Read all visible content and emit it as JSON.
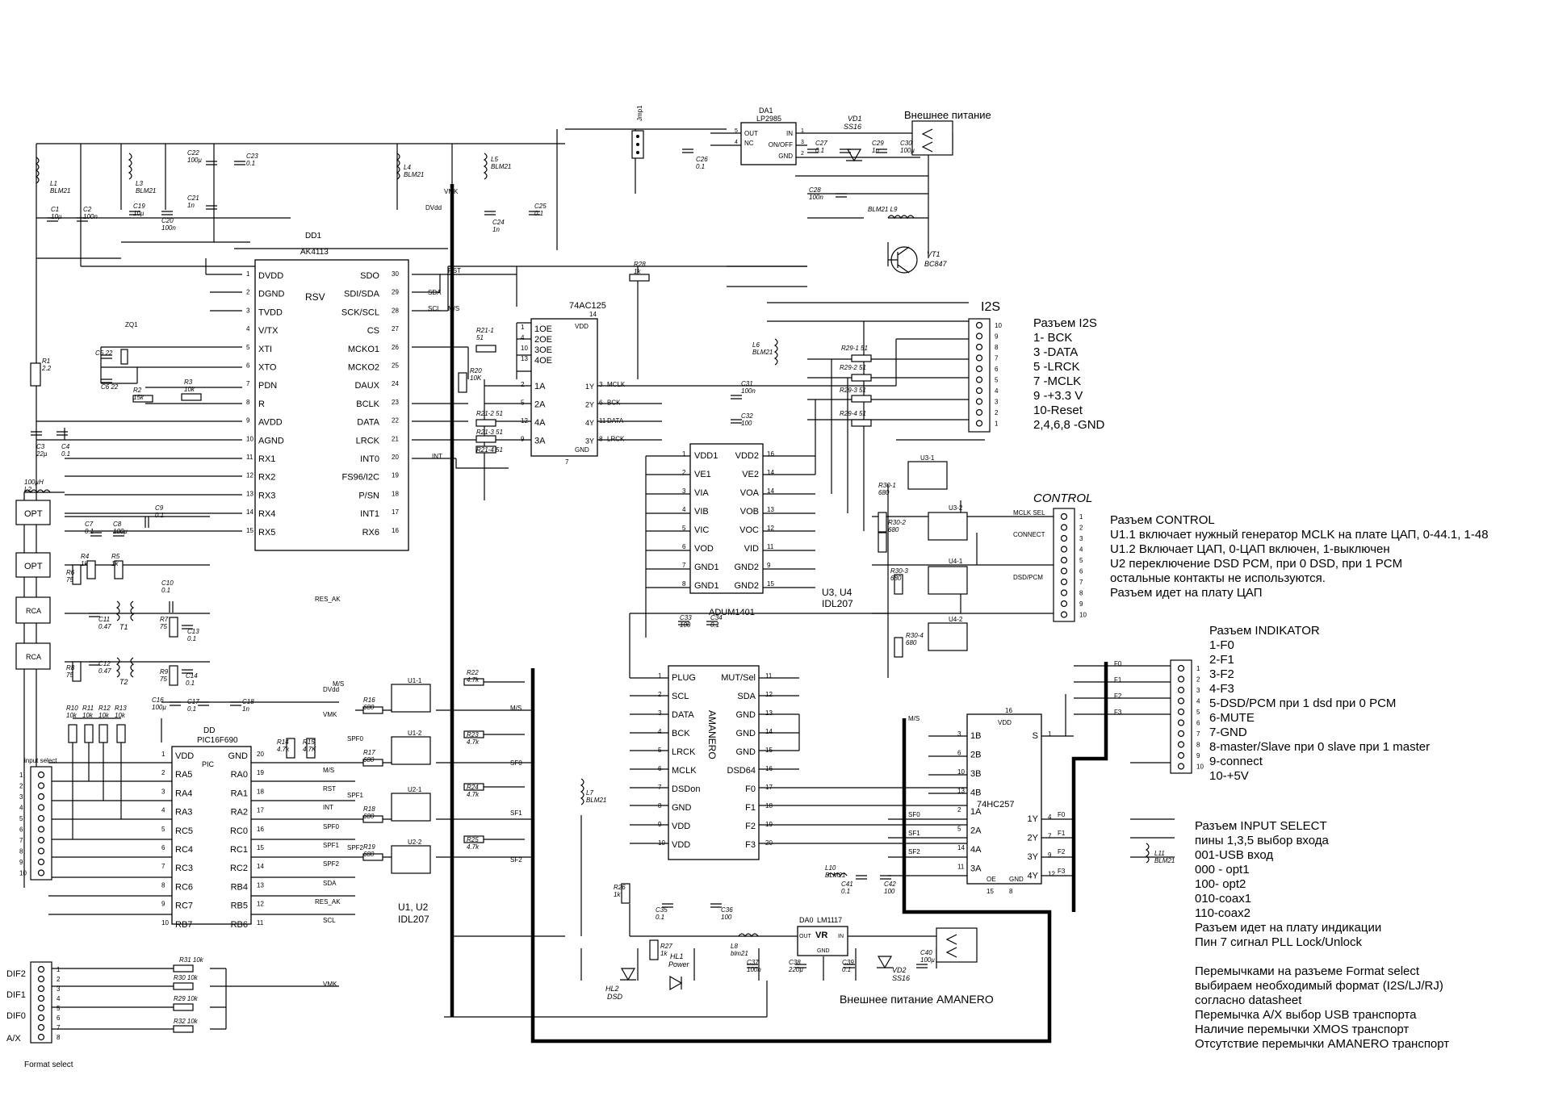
{
  "ak4113": {
    "ref": "DD1",
    "name": "AK4113",
    "center": "RSV",
    "left_pins": [
      [
        "1",
        "DVDD"
      ],
      [
        "2",
        "DGND"
      ],
      [
        "3",
        "TVDD"
      ],
      [
        "4",
        "V/TX"
      ],
      [
        "5",
        "XTI"
      ],
      [
        "6",
        "XTO"
      ],
      [
        "7",
        "PDN"
      ],
      [
        "8",
        "R"
      ],
      [
        "9",
        "AVDD"
      ],
      [
        "10",
        "AGND"
      ],
      [
        "11",
        "RX1"
      ],
      [
        "12",
        "RX2"
      ],
      [
        "13",
        "RX3"
      ],
      [
        "14",
        "RX4"
      ],
      [
        "15",
        "RX5"
      ]
    ],
    "right_pins": [
      [
        "30",
        "SDO"
      ],
      [
        "29",
        "SDI/SDA"
      ],
      [
        "28",
        "SCK/SCL"
      ],
      [
        "27",
        "CS"
      ],
      [
        "26",
        "MCKO1"
      ],
      [
        "25",
        "MCKO2"
      ],
      [
        "24",
        "DAUX"
      ],
      [
        "23",
        "BCLK"
      ],
      [
        "22",
        "DATA"
      ],
      [
        "21",
        "LRCK"
      ],
      [
        "20",
        "INT0"
      ],
      [
        "19",
        "FS96/I2C"
      ],
      [
        "18",
        "P/SN"
      ],
      [
        "17",
        "INT1"
      ],
      [
        "16",
        "RX6"
      ]
    ]
  },
  "ic74ac125": {
    "name": "74AC125",
    "vdd": "VDD",
    "gnd": "GND",
    "vdd_pin": "14",
    "gnd_pin": "7",
    "left": [
      [
        "1",
        "1OE"
      ],
      [
        "4",
        "2OE"
      ],
      [
        "10",
        "3OE"
      ],
      [
        "13",
        "4OE"
      ],
      [
        "2",
        "1A"
      ],
      [
        "5",
        "2A"
      ],
      [
        "12",
        "4A"
      ],
      [
        "9",
        "3A"
      ]
    ],
    "right": [
      [
        "3",
        "1Y",
        "MCLK"
      ],
      [
        "6",
        "2Y",
        "BCK"
      ],
      [
        "11",
        "4Y",
        "DATA"
      ],
      [
        "8",
        "3Y",
        "LRCK"
      ]
    ]
  },
  "adum": {
    "name": "ADUM1401",
    "left": [
      [
        "1",
        "VDD1"
      ],
      [
        "2",
        "VE1"
      ],
      [
        "3",
        "VIA"
      ],
      [
        "4",
        "VIB"
      ],
      [
        "5",
        "VIC"
      ],
      [
        "6",
        "VOD"
      ],
      [
        "7",
        "GND1"
      ],
      [
        "8",
        "GND1"
      ]
    ],
    "right": [
      [
        "16",
        "VDD2"
      ],
      [
        "14",
        "VE2"
      ],
      [
        "14",
        "VOA"
      ],
      [
        "13",
        "VOB"
      ],
      [
        "12",
        "VOC"
      ],
      [
        "11",
        "VID"
      ],
      [
        "9",
        "GND2"
      ],
      [
        "15",
        "GND2"
      ]
    ]
  },
  "amanero": {
    "name": "AMANERO",
    "left": [
      [
        "1",
        "PLUG"
      ],
      [
        "2",
        "SCL"
      ],
      [
        "3",
        "DATA"
      ],
      [
        "4",
        "BCK"
      ],
      [
        "5",
        "LRCK"
      ],
      [
        "6",
        "MCLK"
      ],
      [
        "7",
        "DSDon"
      ],
      [
        "8",
        "GND"
      ],
      [
        "9",
        "VDD"
      ],
      [
        "10",
        "VDD"
      ]
    ],
    "right": [
      [
        "11",
        "MUT/Sel"
      ],
      [
        "12",
        "SDA"
      ],
      [
        "13",
        "GND"
      ],
      [
        "14",
        "GND"
      ],
      [
        "15",
        "GND"
      ],
      [
        "16",
        "DSD64"
      ],
      [
        "17",
        "F0"
      ],
      [
        "18",
        "F1"
      ],
      [
        "19",
        "F2"
      ],
      [
        "20",
        "F3"
      ]
    ]
  },
  "pic": {
    "ref": "DD",
    "name": "PIC16F690",
    "center": "PIC",
    "left": [
      [
        "1",
        "VDD"
      ],
      [
        "2",
        "RA5"
      ],
      [
        "3",
        "RA4"
      ],
      [
        "4",
        "RA3"
      ],
      [
        "5",
        "RC5"
      ],
      [
        "6",
        "RC4"
      ],
      [
        "7",
        "RC3"
      ],
      [
        "8",
        "RC6"
      ],
      [
        "9",
        "RC7"
      ],
      [
        "10",
        "RB7"
      ]
    ],
    "right": [
      [
        "20",
        "GND"
      ],
      [
        "19",
        "RA0"
      ],
      [
        "18",
        "RA1"
      ],
      [
        "17",
        "RA2"
      ],
      [
        "16",
        "RC0"
      ],
      [
        "15",
        "RC1"
      ],
      [
        "14",
        "RC2"
      ],
      [
        "13",
        "RB4"
      ],
      [
        "12",
        "RB5"
      ],
      [
        "11",
        "RB6"
      ]
    ]
  },
  "hc257": {
    "name": "74HC257",
    "vdd": "VDD",
    "vdd_pin": "16",
    "left": [
      [
        "3",
        "1B"
      ],
      [
        "6",
        "2B"
      ],
      [
        "10",
        "3B"
      ],
      [
        "13",
        "4B"
      ],
      [
        "2",
        "1A"
      ],
      [
        "5",
        "2A"
      ],
      [
        "14",
        "4A"
      ],
      [
        "11",
        "3A"
      ]
    ],
    "right": [
      [
        "1",
        "S"
      ],
      [
        "4",
        "1Y"
      ],
      [
        "7",
        "2Y"
      ],
      [
        "9",
        "3Y"
      ],
      [
        "12",
        "4Y"
      ]
    ],
    "bottom": [
      [
        "15",
        "OE"
      ],
      [
        "8",
        "GND"
      ]
    ]
  },
  "lp2985": {
    "ref": "DA1",
    "name": "LP2985",
    "pins": [
      [
        "5",
        "OUT"
      ],
      [
        "4",
        "NC"
      ],
      [
        "1",
        "IN"
      ],
      [
        "3",
        "ON/OFF"
      ],
      [
        "2",
        "GND"
      ]
    ]
  },
  "lm1117": {
    "ref": "DA0",
    "name": "LM1117",
    "center": "VR",
    "pins": [
      "OUT",
      "IN",
      "GND"
    ]
  },
  "labels": {
    "jmp1": "Jmp1",
    "vt1": "VT1",
    "bc847": "BC847",
    "vd1": "VD1",
    "ss16": "SS16",
    "vd2": "VD2",
    "ss16b": "SS16",
    "ext_power": "Внешнее питание",
    "ext_power_amanero": "Внешнее питание AMANERO",
    "i2s": "I2S",
    "control": "CONTROL",
    "u34": "U3, U4",
    "idl207a": "IDL207",
    "u12": "U1, U2",
    "idl207b": "IDL207",
    "input_select": "input select",
    "format_select": "Format select",
    "u31": "U3-1",
    "u32": "U3-2",
    "u41": "U4-1",
    "u42": "U4-2",
    "u11": "U1-1",
    "u12b": "U1-2",
    "u21": "U2-1",
    "u22": "U2-2",
    "opt": "OPT",
    "rca": "RCA",
    "t1": "T1",
    "t2": "T2",
    "zq1": "ZQ1",
    "hl1": "HL1",
    "power": "Power",
    "hl2": "HL2",
    "dsd": "DSD",
    "mclk_sel": "MCLK SEL",
    "connect": "CONNECT",
    "dsd_pcm": "DSD/PCM",
    "dif2": "DIF2",
    "dif1": "DIF1",
    "dif0": "DIF0",
    "ax": "A/X"
  },
  "parts": {
    "l1": [
      "L1",
      "BLM21"
    ],
    "l3": [
      "L3",
      "BLM21"
    ],
    "l4": [
      "L4",
      "BLM21"
    ],
    "l5": [
      "L5",
      "BLM21"
    ],
    "l6": [
      "L6",
      "BLM21"
    ],
    "l7": [
      "L7",
      "BLM21"
    ],
    "l8": [
      "L8",
      "blm21"
    ],
    "l9": [
      "BLM21",
      "L9"
    ],
    "l10": [
      "L10",
      "BLM21"
    ],
    "l11": [
      "L11",
      "BLM21"
    ],
    "l2": [
      "100µH",
      "L2"
    ],
    "c1": [
      "C1",
      "10µ"
    ],
    "c2": [
      "C2",
      "100n"
    ],
    "c19": [
      "C19",
      "10µ"
    ],
    "c20": [
      "C20",
      "100n"
    ],
    "c21": [
      "C21",
      "1n"
    ],
    "c22": [
      "C22",
      "100µ"
    ],
    "c23": [
      "C23",
      "0.1"
    ],
    "c24": [
      "C24",
      "1n"
    ],
    "c25": [
      "C25",
      "0.1"
    ],
    "c26": [
      "C26",
      "0.1"
    ],
    "c27": [
      "C27",
      "0.1"
    ],
    "c28": [
      "C28",
      "100n"
    ],
    "c29": [
      "C29",
      "1n"
    ],
    "c30": [
      "C30",
      "100µ"
    ],
    "c3": [
      "C3",
      "22µ"
    ],
    "c4": [
      "C4",
      "0.1"
    ],
    "c5": [
      "C5",
      "22"
    ],
    "c6": [
      "C6",
      "22"
    ],
    "c7": [
      "C7",
      "0.1"
    ],
    "c8": [
      "C8",
      "100µ"
    ],
    "c9": [
      "C9",
      "0.1"
    ],
    "c10": [
      "C10",
      "0.1"
    ],
    "c11": [
      "C11",
      "0.47"
    ],
    "c12": [
      "C12",
      "0.47"
    ],
    "c13": [
      "C13",
      "0.1"
    ],
    "c14": [
      "C14",
      "0.1"
    ],
    "c16": [
      "C16",
      "100µ"
    ],
    "c17": [
      "C17",
      "0.1"
    ],
    "c18": [
      "C18",
      "1n"
    ],
    "c31": [
      "C31",
      "100n"
    ],
    "c32": [
      "C32",
      "100"
    ],
    "c33": [
      "C33",
      "100"
    ],
    "c34": [
      "C34",
      "0.1"
    ],
    "c35": [
      "C35",
      "0.1"
    ],
    "c36": [
      "C36",
      "100"
    ],
    "c37": [
      "C37",
      "100n"
    ],
    "c38": [
      "C38",
      "220µ"
    ],
    "c39": [
      "C39",
      "0.1"
    ],
    "c40": [
      "C40",
      "100µ"
    ],
    "c41": [
      "C41",
      "0.1"
    ],
    "c42": [
      "C42",
      "100"
    ],
    "r1": [
      "R1",
      "2.2"
    ],
    "r2": [
      "R2",
      "15k"
    ],
    "r3": [
      "R3",
      "10k"
    ],
    "r4": [
      "R4",
      "1k"
    ],
    "r5": [
      "R5",
      "1k"
    ],
    "r6": [
      "R6",
      "75"
    ],
    "r7": [
      "R7",
      "75"
    ],
    "r8": [
      "R8",
      "75"
    ],
    "r9": [
      "R9",
      "75"
    ],
    "r10": [
      "R10",
      "10k"
    ],
    "r11": [
      "R11",
      "10k"
    ],
    "r12": [
      "R12",
      "10k"
    ],
    "r13": [
      "R13",
      "10k"
    ],
    "r14": [
      "R14",
      "4.7k"
    ],
    "r15": [
      "R15",
      "4.7K"
    ],
    "r16": [
      "R16",
      "680"
    ],
    "r17": [
      "R17",
      "680"
    ],
    "r18": [
      "R18",
      "680"
    ],
    "r19": [
      "R19",
      "680"
    ],
    "r20": [
      "R20",
      "10K"
    ],
    "r22": [
      "R22",
      "4.7k"
    ],
    "r23": [
      "R23",
      "4.7k"
    ],
    "r24": [
      "R24",
      "4.7k"
    ],
    "r25": [
      "R25",
      "4.7k"
    ],
    "r26": [
      "R26",
      "1k"
    ],
    "r27": [
      "R27",
      "1k"
    ],
    "r28": [
      "R28",
      "1k"
    ],
    "r211": [
      "R21-1",
      "51"
    ],
    "r212": [
      "R21-2",
      "51"
    ],
    "r213": [
      "R21-3",
      "51"
    ],
    "r214": [
      "R21-4",
      "51"
    ],
    "r291": [
      "R29-1",
      "51"
    ],
    "r292": [
      "R29-2",
      "51"
    ],
    "r293": [
      "R29-3",
      "51"
    ],
    "r294": [
      "R29-4",
      "51"
    ],
    "r301": [
      "R30-1",
      "680"
    ],
    "r302": [
      "R30-2",
      "680"
    ],
    "r303": [
      "R30-3",
      "680"
    ],
    "r304": [
      "R30-4",
      "680"
    ],
    "r31": [
      "R31",
      "10k"
    ],
    "r30b": [
      "R30",
      "10k"
    ],
    "r29b": [
      "R29",
      "10k"
    ],
    "r32": [
      "R32",
      "10k"
    ]
  },
  "nets": {
    "vmk": "VMK",
    "dvdd": "DVdd",
    "rst": "RST",
    "sda": "SDA",
    "scl": "SCL",
    "ms": "M/S",
    "int": "INT",
    "res_ak": "RES_AK",
    "spf0": "SPF0",
    "spf1": "SPF1",
    "spf2": "SPF2",
    "sf0": "SF0",
    "sf1": "SF1",
    "sf2": "SF2",
    "mclk": "MCLK",
    "bck": "BCK",
    "data": "DATA",
    "lrck": "LRCK",
    "f0": "F0",
    "f1": "F1",
    "f2": "F2",
    "f3": "F3"
  },
  "notes": {
    "i2s": [
      "Разъем I2S",
      "1- BCK",
      "3 -DATA",
      "5 -LRCK",
      "7 -MCLK",
      "9 -+3.3 V",
      "10-Reset",
      "2,4,6,8 -GND"
    ],
    "control": [
      "Разъем CONTROL",
      "U1.1 включает нужный генератор MCLK на плате ЦАП, 0-44.1, 1-48",
      "U1.2 Включает ЦАП, 0-ЦАП включен, 1-выключен",
      "U2 переключение DSD PCM, при 0 DSD, при 1 PCM",
      "остальные контакты не используются.",
      "Разъем идет на плату ЦАП"
    ],
    "indikator": [
      "Разъем INDIKATOR",
      "1-F0",
      "2-F1",
      "3-F2",
      "4-F3",
      "5-DSD/PCM при 1 dsd при 0 PCM",
      "6-MUTE",
      "7-GND",
      "8-master/Slave при 0 slave при 1 master",
      "9-connect",
      "10-+5V"
    ],
    "input_select": [
      "Разъем INPUT SELECT",
      "пины 1,3,5 выбор входа",
      "001-USB вход",
      "000 - opt1",
      "100- opt2",
      "010-coax1",
      "110-coax2",
      "Разъем идет на плату индикации",
      "Пин 7 сигнал PLL Lock/Unlock",
      "",
      "Перемычками на разъеме Format select",
      "выбираем необходимый формат (I2S/LJ/RJ)",
      "согласно datasheet",
      "Перемычка A/X выбор USB транспорта",
      "Наличие перемычки XMOS транспорт",
      "Отсутствие перемычки AMANERO транспорт"
    ]
  }
}
